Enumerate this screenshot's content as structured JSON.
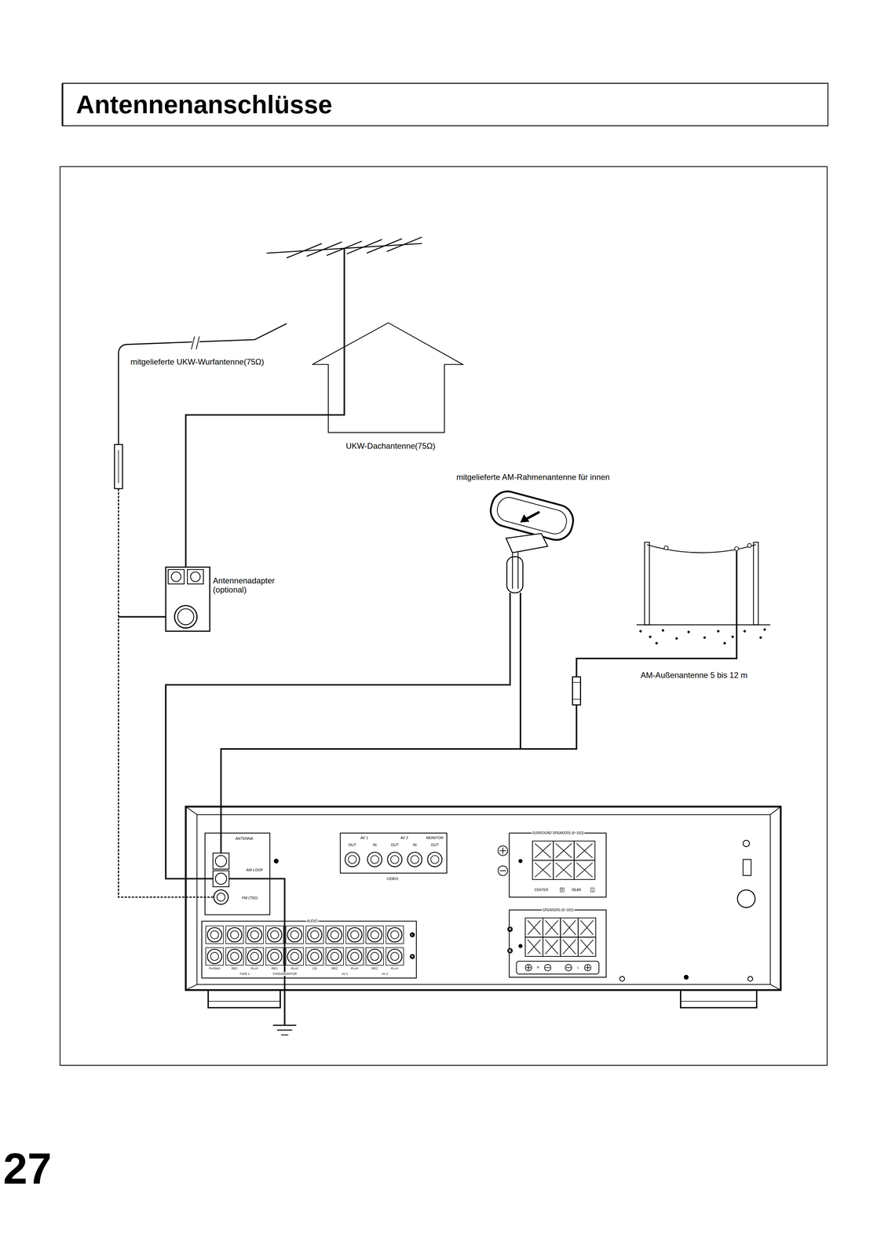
{
  "diagram": {
    "title": "Antennenanschlüsse",
    "labels": [
      "mitgelieferte UKW-Wurfantenne(75Ω)",
      "UKW-Dachantenne(75Ω)",
      "mitgelieferte AM-Rahmenantenne für innen",
      "Antennenadapter (optional)",
      "AM-Außenantenne 5 bis 12 m",
      "ANTENNA",
      "AM LOOP",
      "FM (75Ω)",
      "AV 1",
      "AV 2",
      "MONITOR",
      "OUT",
      "IN",
      "OUT",
      "IN",
      "OUT",
      "VIDEO",
      "SURROUND SPEAKERS (8~16Ω)",
      "CENTER",
      "R",
      "REAR",
      "L",
      "SPEAKERS (8~16Ω)",
      "A",
      "B",
      "R",
      "L",
      "AUDIO",
      "L",
      "R",
      "PHONO",
      "REC",
      "PLAY",
      "REC",
      "PLAY",
      "CD",
      "REC",
      "PLAY",
      "REC",
      "PLAY",
      "TAPE 1",
      "TAPE2/MONITOR",
      "AV 1",
      "AV 2",
      "27"
    ]
  }
}
